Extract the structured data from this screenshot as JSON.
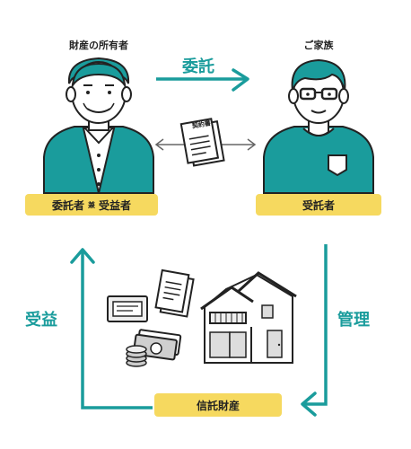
{
  "owner": {
    "title": "財産の所有者",
    "label_left": "委託者",
    "label_conn": "兼",
    "label_right": "受益者"
  },
  "family": {
    "title": "ご家族",
    "label": "受託者"
  },
  "arrows": {
    "top": "委託",
    "right": "管理",
    "left": "受益"
  },
  "contract": {
    "text": "契約書"
  },
  "property": {
    "label": "信託財産"
  },
  "colors": {
    "teal": "#1a9c9c",
    "yellow": "#f6d95f",
    "ink": "#222222"
  }
}
